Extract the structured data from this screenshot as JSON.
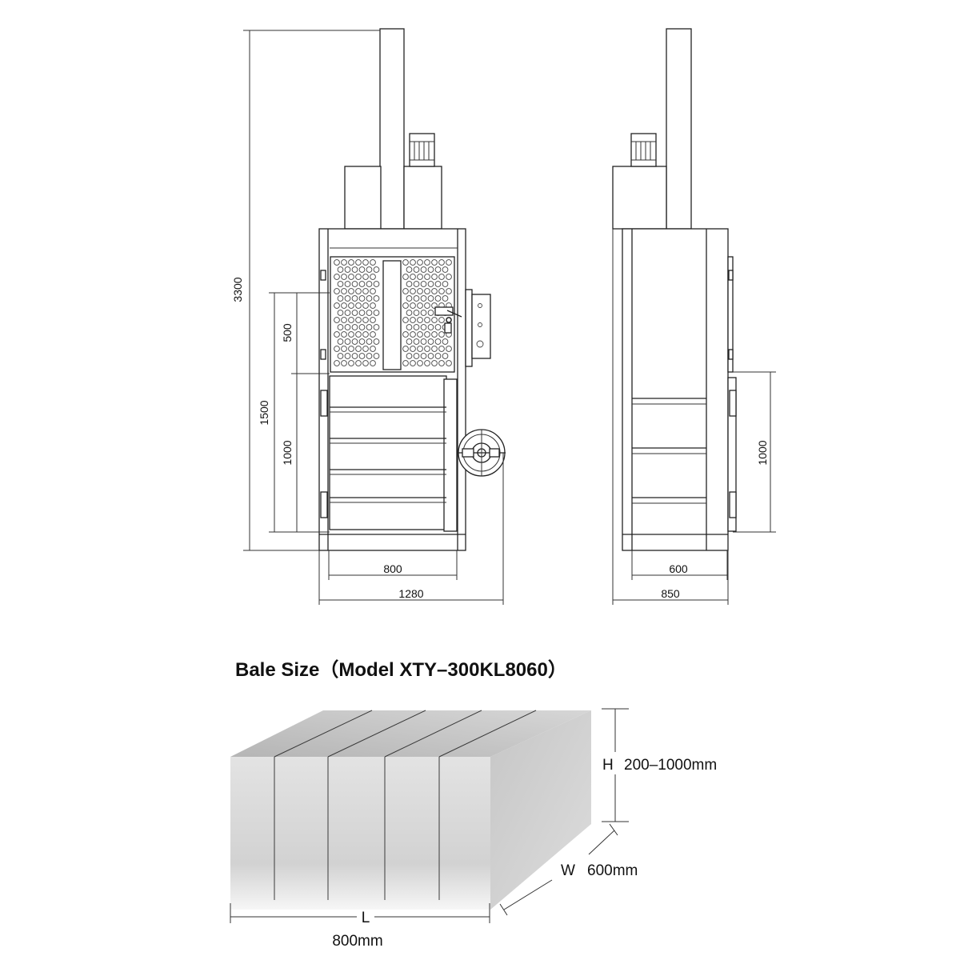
{
  "front_view": {
    "dims": {
      "total_height": "3300",
      "feed_height": "500",
      "chamber_total": "1500",
      "chamber_height": "1000",
      "inner_width": "800",
      "overall_width": "1280"
    }
  },
  "side_view": {
    "dims": {
      "chamber_height": "1000",
      "inner_depth": "600",
      "overall_depth": "850"
    }
  },
  "bale": {
    "title": "Bale Size（Model XTY–300KL8060）",
    "height_symbol": "H",
    "height_value": "200–1000mm",
    "width_symbol": "W",
    "width_value": "600mm",
    "length_symbol": "L",
    "length_value": "800mm"
  }
}
